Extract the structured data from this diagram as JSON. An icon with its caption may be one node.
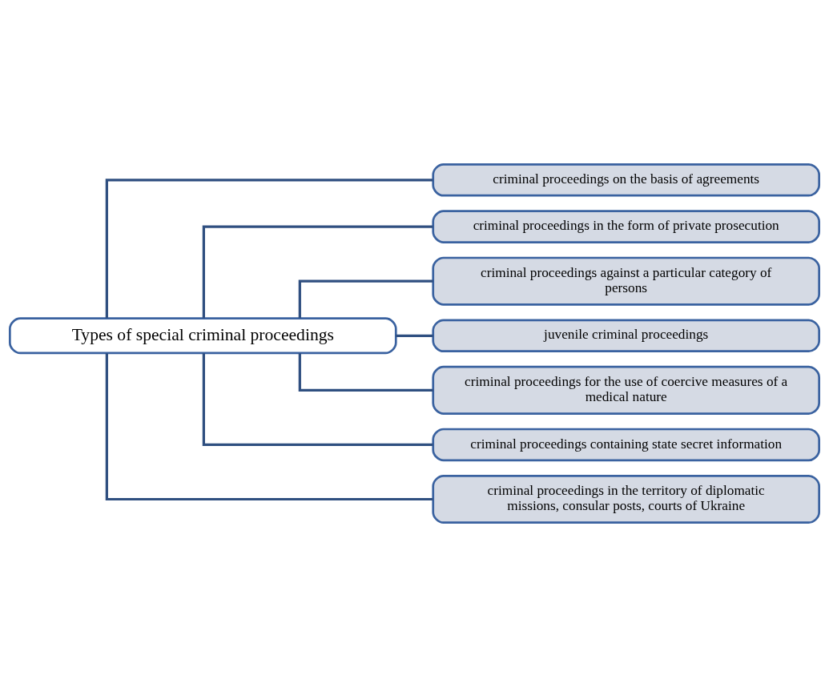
{
  "diagram": {
    "nodes": [
      {
        "text": [
          "Types of special criminal proceedings"
        ]
      },
      {
        "text": [
          "criminal proceedings on the basis of agreements"
        ]
      },
      {
        "text": [
          "criminal proceedings in the form of private prosecution"
        ]
      },
      {
        "text": [
          "criminal proceedings against a particular category of persons"
        ]
      },
      {
        "text": [
          "juvenile criminal proceedings"
        ]
      },
      {
        "text": [
          "criminal proceedings for the use of coercive measures of a medical nature"
        ]
      },
      {
        "text": [
          "criminal proceedings containing state secret information"
        ]
      },
      {
        "text": [
          "criminal proceedings in the territory of diplomatic missions, consular posts, courts of Ukraine"
        ]
      }
    ],
    "edges": [
      {
        "from": 0,
        "to": 1,
        "arrow": "none"
      },
      {
        "from": 0,
        "to": 2,
        "arrow": "none"
      },
      {
        "from": 0,
        "to": 3,
        "arrow": "none"
      },
      {
        "from": 0,
        "to": 4,
        "arrow": "none"
      },
      {
        "from": 0,
        "to": 5,
        "arrow": "none"
      },
      {
        "from": 0,
        "to": 6,
        "arrow": "none"
      },
      {
        "from": 0,
        "to": 7,
        "arrow": "none"
      }
    ]
  }
}
